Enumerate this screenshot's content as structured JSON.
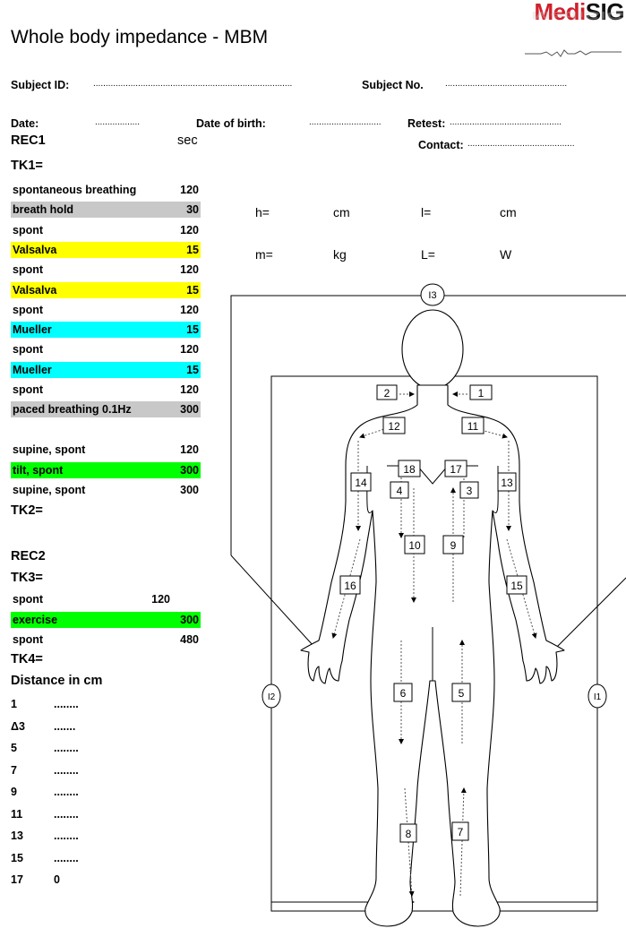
{
  "title": "Whole body impedance - MBM",
  "logo": {
    "medi": "Medi",
    "sig": "SIG"
  },
  "header": {
    "subject_id_label": "Subject ID:",
    "subject_id_dots": "................................................................................",
    "subject_no_label": "Subject No.",
    "subject_no_dots": ".................................................",
    "date_label": "Date:",
    "date_dots": "..................",
    "dob_label": "Date of birth:",
    "dob_dots": ".............................",
    "retest_label": "Retest:",
    "retest_dots": ".............................................",
    "contact_label": "Contact:",
    "contact_dots": "...........................................",
    "rec1": "REC1",
    "sec": "sec",
    "tk1": "TK1="
  },
  "protocol1": [
    {
      "label": "spontaneous breathing",
      "value": "120",
      "color": ""
    },
    {
      "label": "breath hold",
      "value": "30",
      "color": "grey"
    },
    {
      "label": "spont",
      "value": "120",
      "color": ""
    },
    {
      "label": "Valsalva",
      "value": "15",
      "color": "yellow"
    },
    {
      "label": "spont",
      "value": "120",
      "color": ""
    },
    {
      "label": "Valsalva",
      "value": "15",
      "color": "yellow"
    },
    {
      "label": "spont",
      "value": "120",
      "color": ""
    },
    {
      "label": "Mueller",
      "value": "15",
      "color": "cyan"
    },
    {
      "label": "spont",
      "value": "120",
      "color": ""
    },
    {
      "label": "Mueller",
      "value": "15",
      "color": "cyan"
    },
    {
      "label": "spont",
      "value": "120",
      "color": ""
    },
    {
      "label": "paced breathing 0.1Hz",
      "value": "300",
      "color": "grey"
    }
  ],
  "protocol2": [
    {
      "label": "supine, spont",
      "value": "120",
      "color": ""
    },
    {
      "label": "tilt, spont",
      "value": "300",
      "color": "green"
    },
    {
      "label": "supine, spont",
      "value": "300",
      "color": ""
    }
  ],
  "tk2": "TK2=",
  "rec2": "REC2",
  "tk3": "TK3=",
  "protocol3": [
    {
      "label": "spont",
      "value": "120",
      "color": "",
      "short": true
    },
    {
      "label": "exercise",
      "value": "300",
      "color": "green"
    },
    {
      "label": "spont",
      "value": "480",
      "color": ""
    }
  ],
  "tk4": "TK4=",
  "distance_title": "Distance in cm",
  "distances": [
    {
      "n": "1",
      "d": "........"
    },
    {
      "n": "Δ3",
      "d": "......."
    },
    {
      "n": "5",
      "d": "........"
    },
    {
      "n": "7",
      "d": "........"
    },
    {
      "n": "9",
      "d": "........"
    },
    {
      "n": "11",
      "d": "........"
    },
    {
      "n": "13",
      "d": "........"
    },
    {
      "n": "15",
      "d": "........"
    },
    {
      "n": "17",
      "d": "0"
    }
  ],
  "measures": {
    "h": "h=",
    "h_unit": "cm",
    "l": "l=",
    "l_unit": "cm",
    "m": "m=",
    "m_unit": "kg",
    "L": "L=",
    "L_unit": "W"
  },
  "electrodes": {
    "I1": "I1",
    "I2": "I2",
    "I3": "I3",
    "n1": "1",
    "n2": "2",
    "n3": "3",
    "n4": "4",
    "n5": "5",
    "n6": "6",
    "n7": "7",
    "n8": "8",
    "n9": "9",
    "n10": "10",
    "n11": "11",
    "n12": "12",
    "n13": "13",
    "n14": "14",
    "n15": "15",
    "n16": "16",
    "n17": "17",
    "n18": "18"
  }
}
